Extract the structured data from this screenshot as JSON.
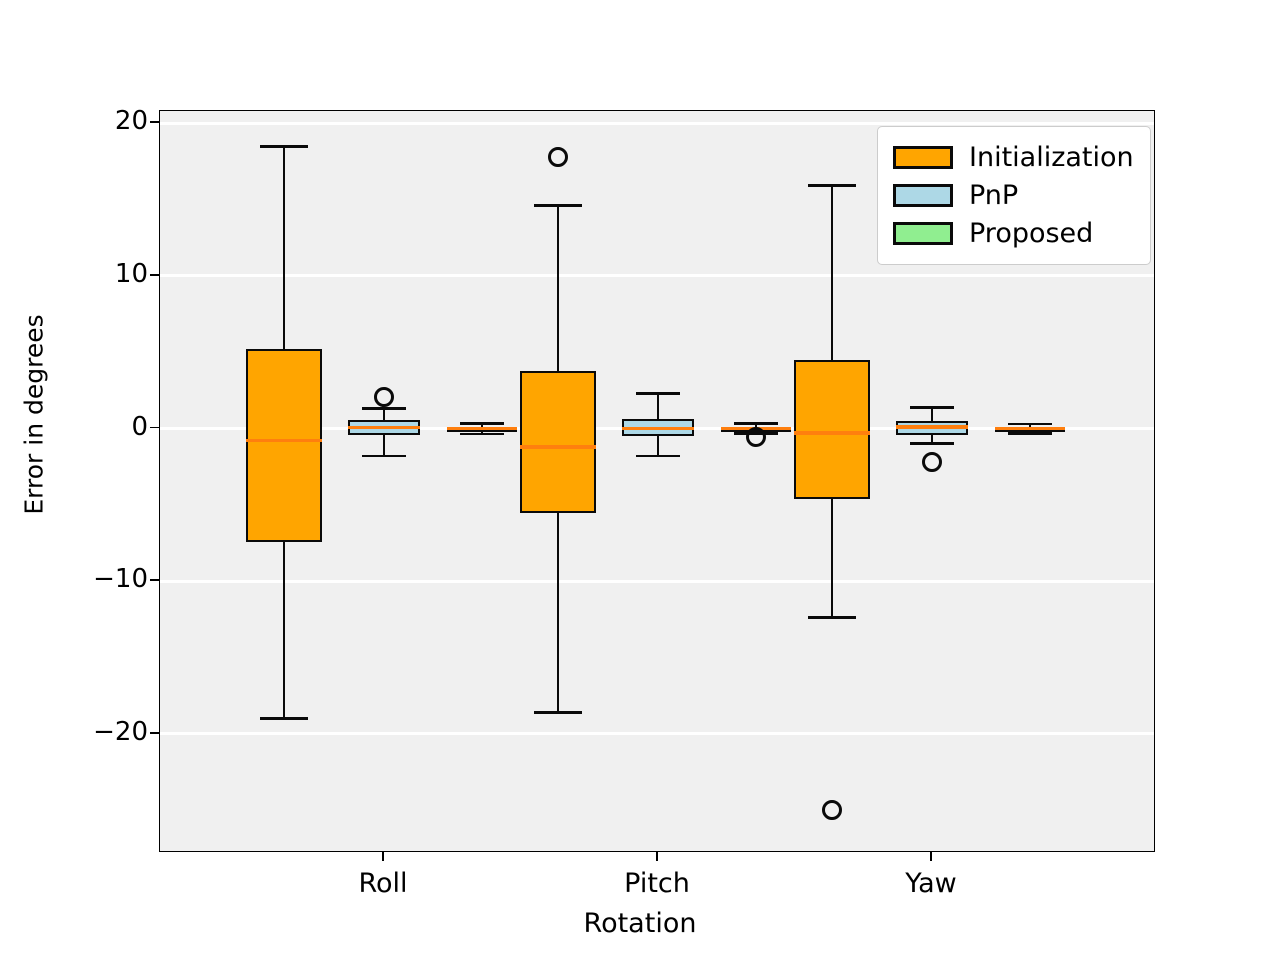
{
  "chart_data": {
    "type": "boxplot",
    "title": "",
    "xlabel": "Rotation",
    "ylabel": "Error in degrees",
    "categories": [
      "Roll",
      "Pitch",
      "Yaw"
    ],
    "ylim": [
      -27.8,
      20.8
    ],
    "yticks": [
      20,
      10,
      0,
      -10,
      -20
    ],
    "ytick_labels": [
      "20",
      "10",
      "0",
      "−10",
      "−20"
    ],
    "grid": true,
    "legend_position": "upper right",
    "series": [
      {
        "name": "Initialization",
        "color": "#ffa500",
        "boxes": [
          {
            "category": "Roll",
            "whisker_low": -19.0,
            "q1": -7.4,
            "median": -0.8,
            "q3": 5.2,
            "whisker_high": 18.5,
            "fliers": []
          },
          {
            "category": "Pitch",
            "whisker_low": -18.6,
            "q1": -5.5,
            "median": -1.2,
            "q3": 3.8,
            "whisker_high": 14.6,
            "fliers": [
              17.8
            ]
          },
          {
            "category": "Yaw",
            "whisker_low": -12.4,
            "q1": -4.6,
            "median": -0.3,
            "q3": 4.5,
            "whisker_high": 15.9,
            "fliers": [
              -25.0
            ]
          }
        ]
      },
      {
        "name": "PnP",
        "color": "#add8e6",
        "boxes": [
          {
            "category": "Roll",
            "whisker_low": -1.8,
            "q1": -0.4,
            "median": 0.05,
            "q3": 0.55,
            "whisker_high": 1.3,
            "fliers": [
              2.1
            ]
          },
          {
            "category": "Pitch",
            "whisker_low": -1.8,
            "q1": -0.5,
            "median": 0.0,
            "q3": 0.6,
            "whisker_high": 2.3,
            "fliers": []
          },
          {
            "category": "Yaw",
            "whisker_low": -1.0,
            "q1": -0.4,
            "median": 0.1,
            "q3": 0.5,
            "whisker_high": 1.4,
            "fliers": [
              -2.2
            ]
          }
        ]
      },
      {
        "name": "Proposed",
        "color": "#90ee90",
        "boxes": [
          {
            "category": "Roll",
            "whisker_low": -0.35,
            "q1": -0.09,
            "median": 0.0,
            "q3": 0.09,
            "whisker_high": 0.35,
            "fliers": []
          },
          {
            "category": "Pitch",
            "whisker_low": -0.33,
            "q1": -0.09,
            "median": 0.0,
            "q3": 0.09,
            "whisker_high": 0.33,
            "fliers": [
              -0.55
            ]
          },
          {
            "category": "Yaw",
            "whisker_low": -0.3,
            "q1": -0.08,
            "median": 0.0,
            "q3": 0.08,
            "whisker_high": 0.3,
            "fliers": []
          }
        ]
      }
    ]
  },
  "axes": {
    "ylabel": "Error in degrees",
    "xlabel": "Rotation",
    "ytick_labels": [
      "20",
      "10",
      "0",
      "−10",
      "−20"
    ],
    "xtick_labels": [
      "Roll",
      "Pitch",
      "Yaw"
    ]
  },
  "legend": {
    "items": [
      {
        "label": "Initialization",
        "color": "#ffa500"
      },
      {
        "label": "PnP",
        "color": "#add8e6"
      },
      {
        "label": "Proposed",
        "color": "#90ee90"
      }
    ]
  },
  "style": {
    "plot_background": "#f0f0f0",
    "grid_color": "#ffffff",
    "median_color": "#ff7f0e",
    "edge_color": "#0a0a0a"
  }
}
